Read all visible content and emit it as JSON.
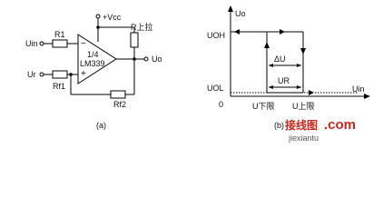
{
  "circuit": {
    "vcc": "+Vcc",
    "r_pullup": "R上拉",
    "r1": "R1",
    "uin": "Uin",
    "ur": "Ur",
    "rf1": "Rf1",
    "rf2": "Rf2",
    "uo": "Uo",
    "chip_line1": "1/4",
    "chip_line2": "LM339",
    "minus": "−",
    "plus": "+",
    "caption": "(a)"
  },
  "graph": {
    "y_axis": "Uo",
    "x_axis": "Uin",
    "uoh": "UOH",
    "uol": "UOL",
    "origin": "0",
    "delta_u": "ΔU",
    "ur": "UR",
    "u_lower": "U下限",
    "u_upper": "U上限",
    "caption": "(b)"
  },
  "watermark": {
    "site_cn": "接线图",
    "site_com": ".com",
    "site_url": "jiexiantu"
  }
}
